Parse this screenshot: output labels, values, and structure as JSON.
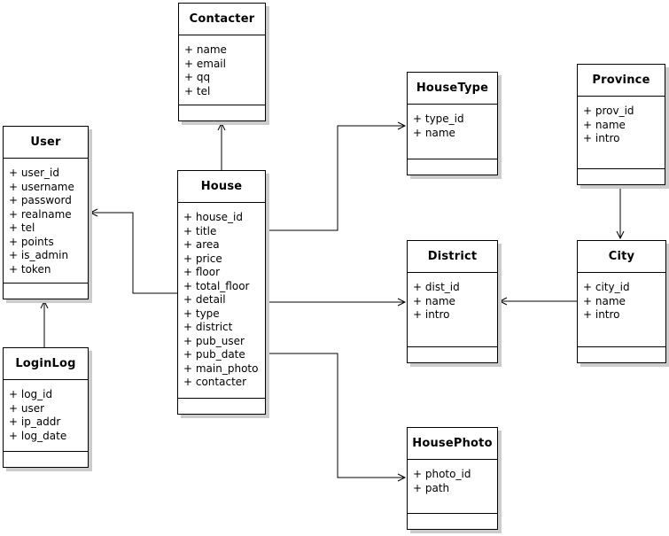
{
  "diagram": {
    "kind": "uml-class-diagram",
    "classes": [
      {
        "name": "Contacter",
        "attributes": [
          "+ name",
          "+ email",
          "+ qq",
          "+ tel"
        ]
      },
      {
        "name": "User",
        "attributes": [
          "+ user_id",
          "+ username",
          "+ password",
          "+ realname",
          "+ tel",
          "+ points",
          "+ is_admin",
          "+ token"
        ]
      },
      {
        "name": "House",
        "attributes": [
          "+ house_id",
          "+ title",
          "+ area",
          "+ price",
          "+ floor",
          "+ total_floor",
          "+ detail",
          "+ type",
          "+ district",
          "+ pub_user",
          "+ pub_date",
          "+ main_photo",
          "+ contacter"
        ]
      },
      {
        "name": "HouseType",
        "attributes": [
          "+ type_id",
          "+ name"
        ]
      },
      {
        "name": "Province",
        "attributes": [
          "+ prov_id",
          "+ name",
          "+ intro"
        ]
      },
      {
        "name": "District",
        "attributes": [
          "+ dist_id",
          "+ name",
          "+ intro"
        ]
      },
      {
        "name": "City",
        "attributes": [
          "+ city_id",
          "+ name",
          "+ intro"
        ]
      },
      {
        "name": "LoginLog",
        "attributes": [
          "+ log_id",
          "+ user",
          "+ ip_addr",
          "+ log_date"
        ]
      },
      {
        "name": "HousePhoto",
        "attributes": [
          "+ photo_id",
          "+ path"
        ]
      }
    ],
    "relationships": [
      {
        "from": "House",
        "to": "Contacter",
        "arrow": "open"
      },
      {
        "from": "House",
        "to": "User",
        "arrow": "open"
      },
      {
        "from": "LoginLog",
        "to": "User",
        "arrow": "open"
      },
      {
        "from": "House",
        "to": "HouseType",
        "arrow": "open"
      },
      {
        "from": "House",
        "to": "District",
        "arrow": "open"
      },
      {
        "from": "House",
        "to": "HousePhoto",
        "arrow": "open"
      },
      {
        "from": "Province",
        "to": "City",
        "arrow": "open"
      },
      {
        "from": "City",
        "to": "District",
        "arrow": "open"
      }
    ],
    "colors": {
      "line": "#000000",
      "box_bg": "#ffffff",
      "box_border": "#000000",
      "shadow": "#cccccc",
      "text": "#000000"
    }
  }
}
